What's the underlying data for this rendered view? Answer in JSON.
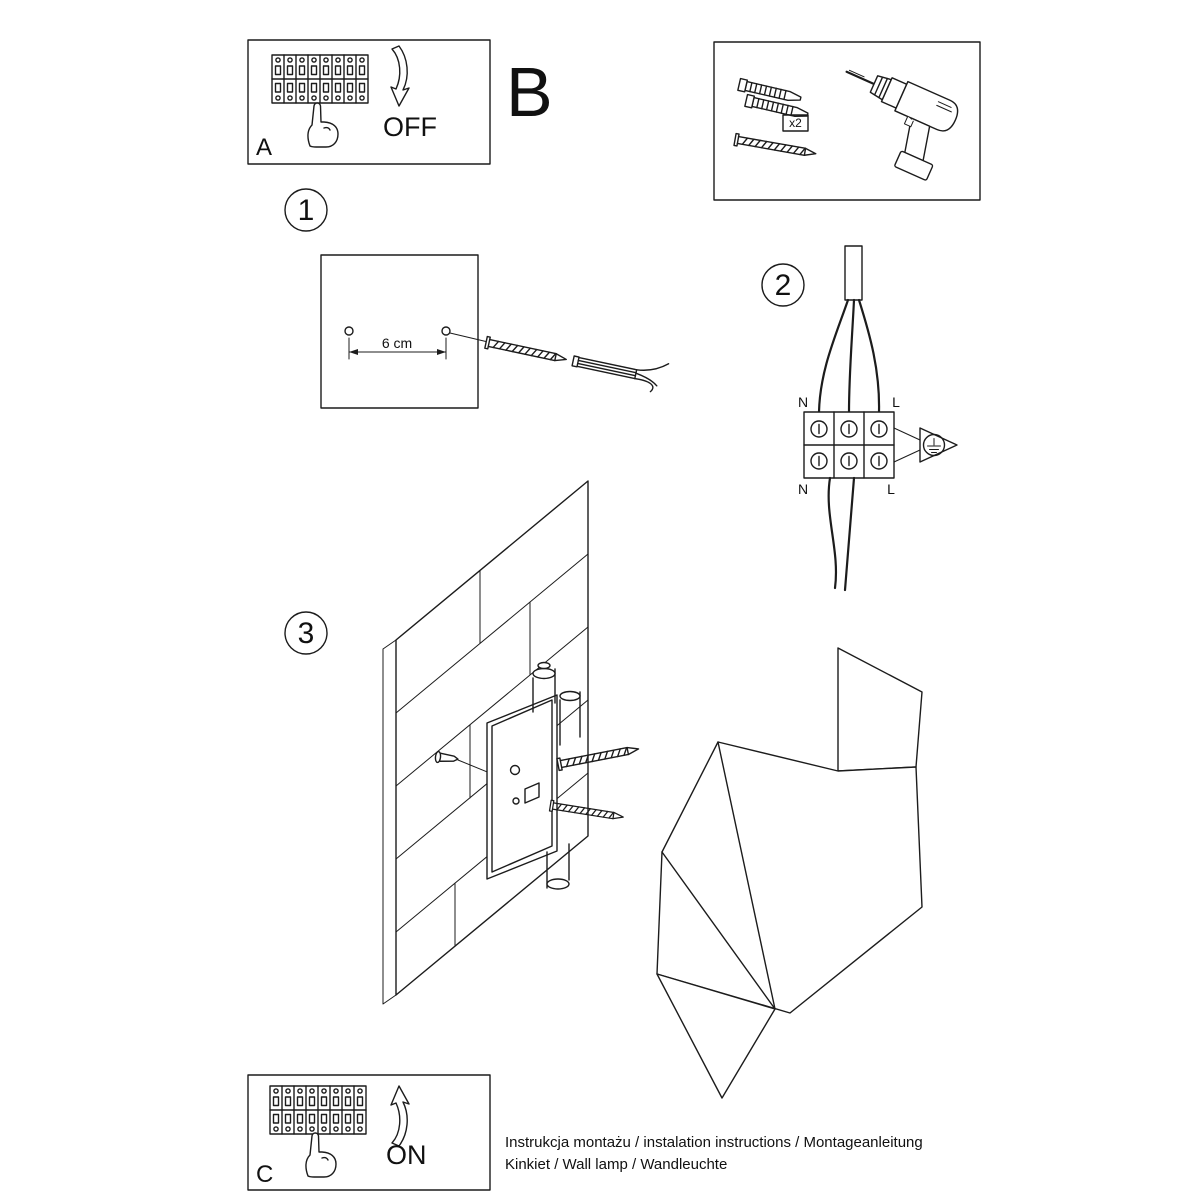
{
  "panel_a": {
    "label": "A",
    "switch_state": "OFF"
  },
  "section_label_b": "B",
  "panel_b": {
    "quantity_label": "x2"
  },
  "step1": {
    "number": "1",
    "hole_distance": "6 cm"
  },
  "step2": {
    "number": "2",
    "label_n_top": "N",
    "label_l_top": "L",
    "label_n_bottom": "N",
    "label_l_bottom": "L"
  },
  "step3": {
    "number": "3"
  },
  "panel_c": {
    "label": "C",
    "switch_state": "ON"
  },
  "footer": {
    "line1": "Instrukcja montażu / instalation instructions / Montageanleitung",
    "line2": "Kinkiet / Wall lamp / Wandleuchte"
  }
}
